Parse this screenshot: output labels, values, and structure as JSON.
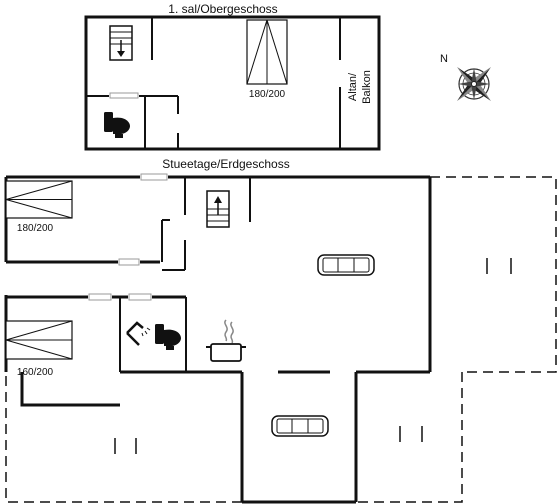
{
  "floors": {
    "upper": {
      "title": "1. sal/Obergeschoss",
      "bed_label": "180/200",
      "balcony_line1": "Altan/",
      "balcony_line2": "Balkon"
    },
    "ground": {
      "title": "Stueetage/Erdgeschoss",
      "bed1_label": "180/200",
      "bed2_label": "160/200"
    }
  },
  "compass": {
    "north_label": "N"
  },
  "icons": {
    "stairs": "stairs-icon",
    "toilet": "toilet-icon",
    "shower": "shower-icon",
    "sofa": "sofa-icon",
    "kitchen": "cooking-pot-icon",
    "compass": "compass-rose-icon"
  }
}
